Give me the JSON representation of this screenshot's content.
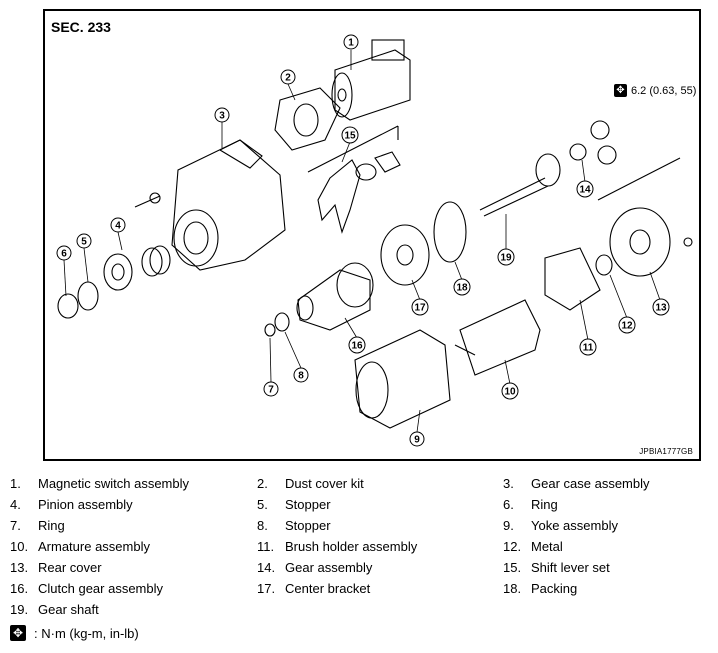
{
  "header": {
    "section": "SEC. 233"
  },
  "figure_code": "JPBIA1777GB",
  "torque_spec": {
    "icon": "torque-wrench-icon",
    "value": "6.2 (0.63, 55)"
  },
  "callouts": [
    "1",
    "2",
    "3",
    "4",
    "5",
    "6",
    "7",
    "8",
    "9",
    "10",
    "11",
    "12",
    "13",
    "14",
    "15",
    "16",
    "17",
    "18",
    "19"
  ],
  "legend": [
    {
      "num": "1.",
      "label": "Magnetic switch assembly"
    },
    {
      "num": "2.",
      "label": "Dust cover kit"
    },
    {
      "num": "3.",
      "label": "Gear case assembly"
    },
    {
      "num": "4.",
      "label": "Pinion assembly"
    },
    {
      "num": "5.",
      "label": "Stopper"
    },
    {
      "num": "6.",
      "label": "Ring"
    },
    {
      "num": "7.",
      "label": "Ring"
    },
    {
      "num": "8.",
      "label": "Stopper"
    },
    {
      "num": "9.",
      "label": "Yoke assembly"
    },
    {
      "num": "10.",
      "label": "Armature assembly"
    },
    {
      "num": "11.",
      "label": "Brush holder assembly"
    },
    {
      "num": "12.",
      "label": "Metal"
    },
    {
      "num": "13.",
      "label": "Rear cover"
    },
    {
      "num": "14.",
      "label": "Gear assembly"
    },
    {
      "num": "15.",
      "label": "Shift lever set"
    },
    {
      "num": "16.",
      "label": "Clutch gear assembly"
    },
    {
      "num": "17.",
      "label": "Center bracket"
    },
    {
      "num": "18.",
      "label": "Packing"
    },
    {
      "num": "19.",
      "label": "Gear shaft"
    }
  ],
  "footnote": {
    "icon": "torque-wrench-icon",
    "text": ": N·m (kg-m, in-lb)"
  }
}
